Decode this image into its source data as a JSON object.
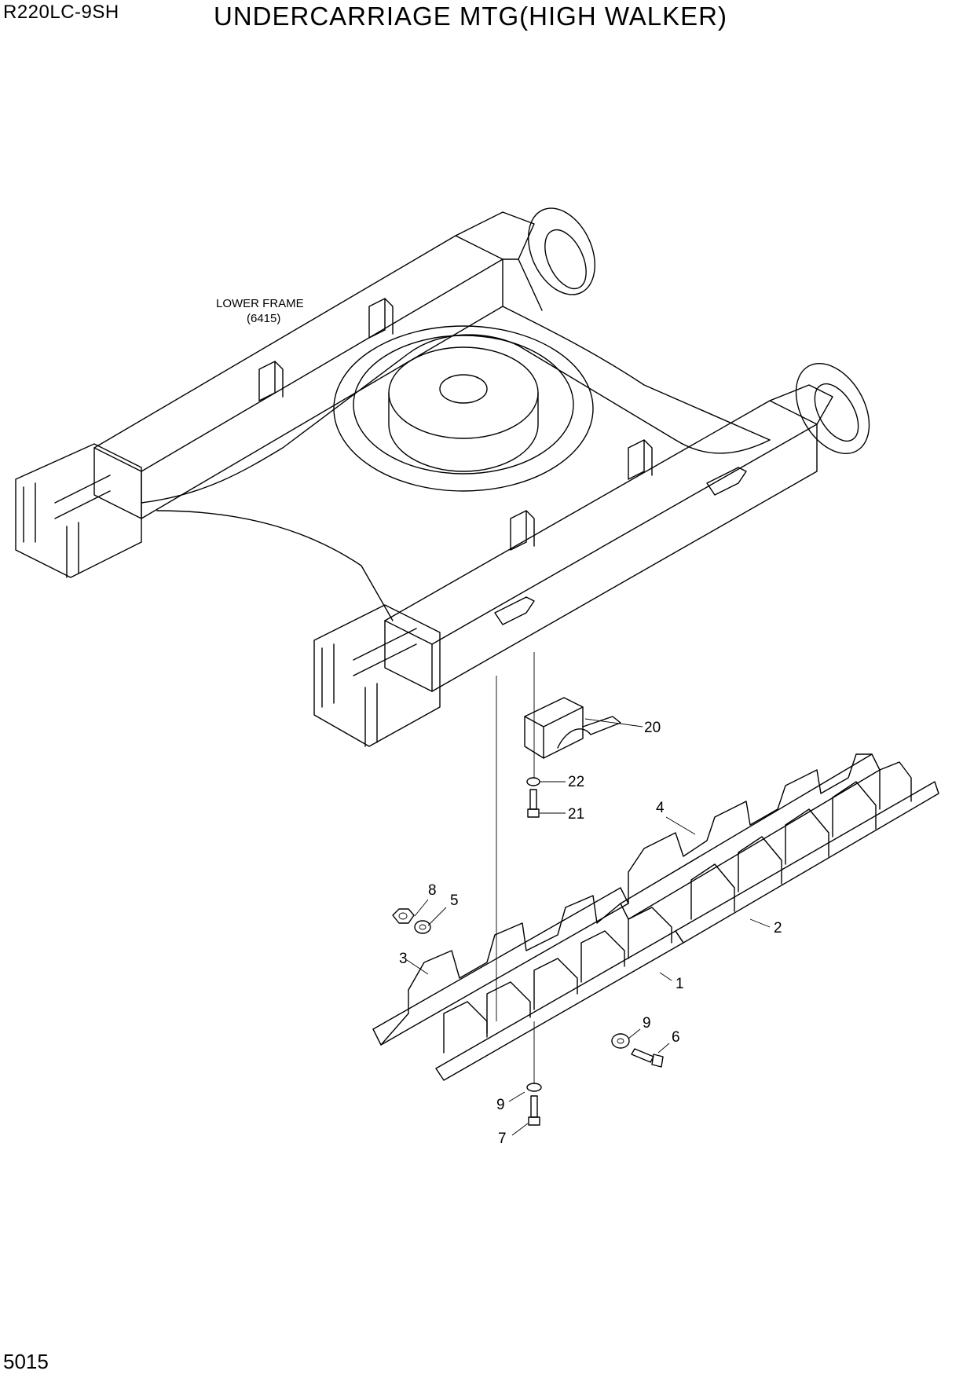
{
  "header": {
    "model": "R220LC-9SH",
    "title": "UNDERCARRIAGE MTG(HIGH WALKER)"
  },
  "footer": {
    "page_number": "5015"
  },
  "frame_label": {
    "line1": "LOWER FRAME",
    "line2": "(6415)"
  },
  "callouts": {
    "c1": "1",
    "c2": "2",
    "c3": "3",
    "c4": "4",
    "c5": "5",
    "c6": "6",
    "c7": "7",
    "c8": "8",
    "c9a": "9",
    "c9b": "9",
    "c20": "20",
    "c21": "21",
    "c22": "22"
  }
}
